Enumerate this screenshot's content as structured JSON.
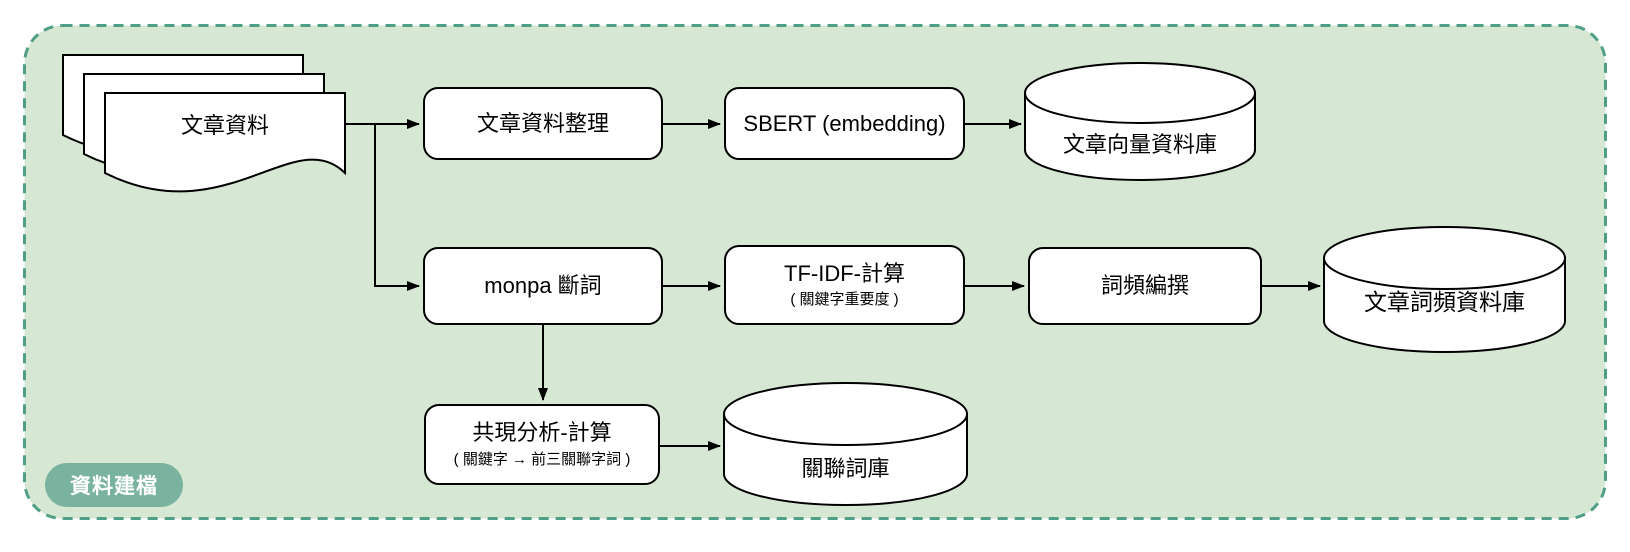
{
  "diagram": {
    "badge_label": "資料建檔",
    "colors": {
      "container_fill": "#d6e7d3",
      "container_border": "#4f9f86",
      "badge_fill": "#79b29e",
      "node_fill": "#ffffff",
      "stroke": "#000000"
    },
    "nodes": {
      "doc": {
        "label": "文章資料"
      },
      "clean": {
        "label": "文章資料整理"
      },
      "sbert": {
        "label": "SBERT (embedding)"
      },
      "vector_db": {
        "label": "文章向量資料庫"
      },
      "monpa": {
        "label": "monpa 斷詞"
      },
      "tfidf": {
        "title": "TF-IDF-計算",
        "subtitle": "( 關鍵字重要度 )"
      },
      "freq": {
        "label": "詞頻編撰"
      },
      "freq_db": {
        "label": "文章詞頻資料庫"
      },
      "cooccur": {
        "title": "共現分析-計算",
        "subtitle": "( 關鍵字 → 前三關聯字詞 )"
      },
      "assoc_db": {
        "label": "關聯詞庫"
      }
    }
  }
}
